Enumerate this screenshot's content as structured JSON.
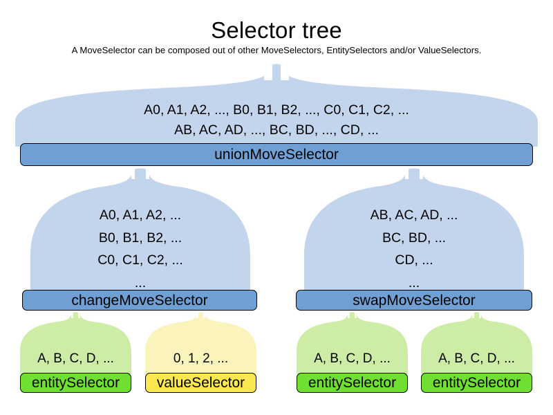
{
  "diagram": {
    "title": "Selector tree",
    "subtitle": "A MoveSelector can be composed out of other MoveSelectors, EntitySelectors and/or ValueSelectors.",
    "colors": {
      "body_blue": "#c3d5ed",
      "bar_blue": "#6f9fd3",
      "body_green": "#cdeca5",
      "bar_green": "#6fe031",
      "body_yellow": "#fbf3bc",
      "bar_yellow": "#fbe74f",
      "outline": "#000000",
      "background": "#ffffff"
    }
  },
  "nodes": {
    "union": {
      "label": "unionMoveSelector",
      "lines": [
        "A0, A1, A2, ..., B0, B1, B2, ..., C0, C1, C2, ...",
        "AB, AC, AD, ..., BC, BD, ..., CD, ..."
      ]
    },
    "change": {
      "label": "changeMoveSelector",
      "lines": [
        "A0, A1, A2, ...",
        "B0, B1, B2, ...",
        "C0, C1, C2, ...",
        "..."
      ]
    },
    "swap": {
      "label": "swapMoveSelector",
      "lines": [
        "AB, AC, AD, ...",
        "BC, BD, ...",
        "CD, ...",
        "..."
      ]
    },
    "entity1": {
      "label": "entitySelector",
      "lines": [
        "A, B, C, D, ..."
      ]
    },
    "value1": {
      "label": "valueSelector",
      "lines": [
        "0, 1, 2, ..."
      ]
    },
    "entity2": {
      "label": "entitySelector",
      "lines": [
        "A, B, C, D, ..."
      ]
    },
    "entity3": {
      "label": "entitySelector",
      "lines": [
        "A, B, C, D, ..."
      ]
    }
  }
}
